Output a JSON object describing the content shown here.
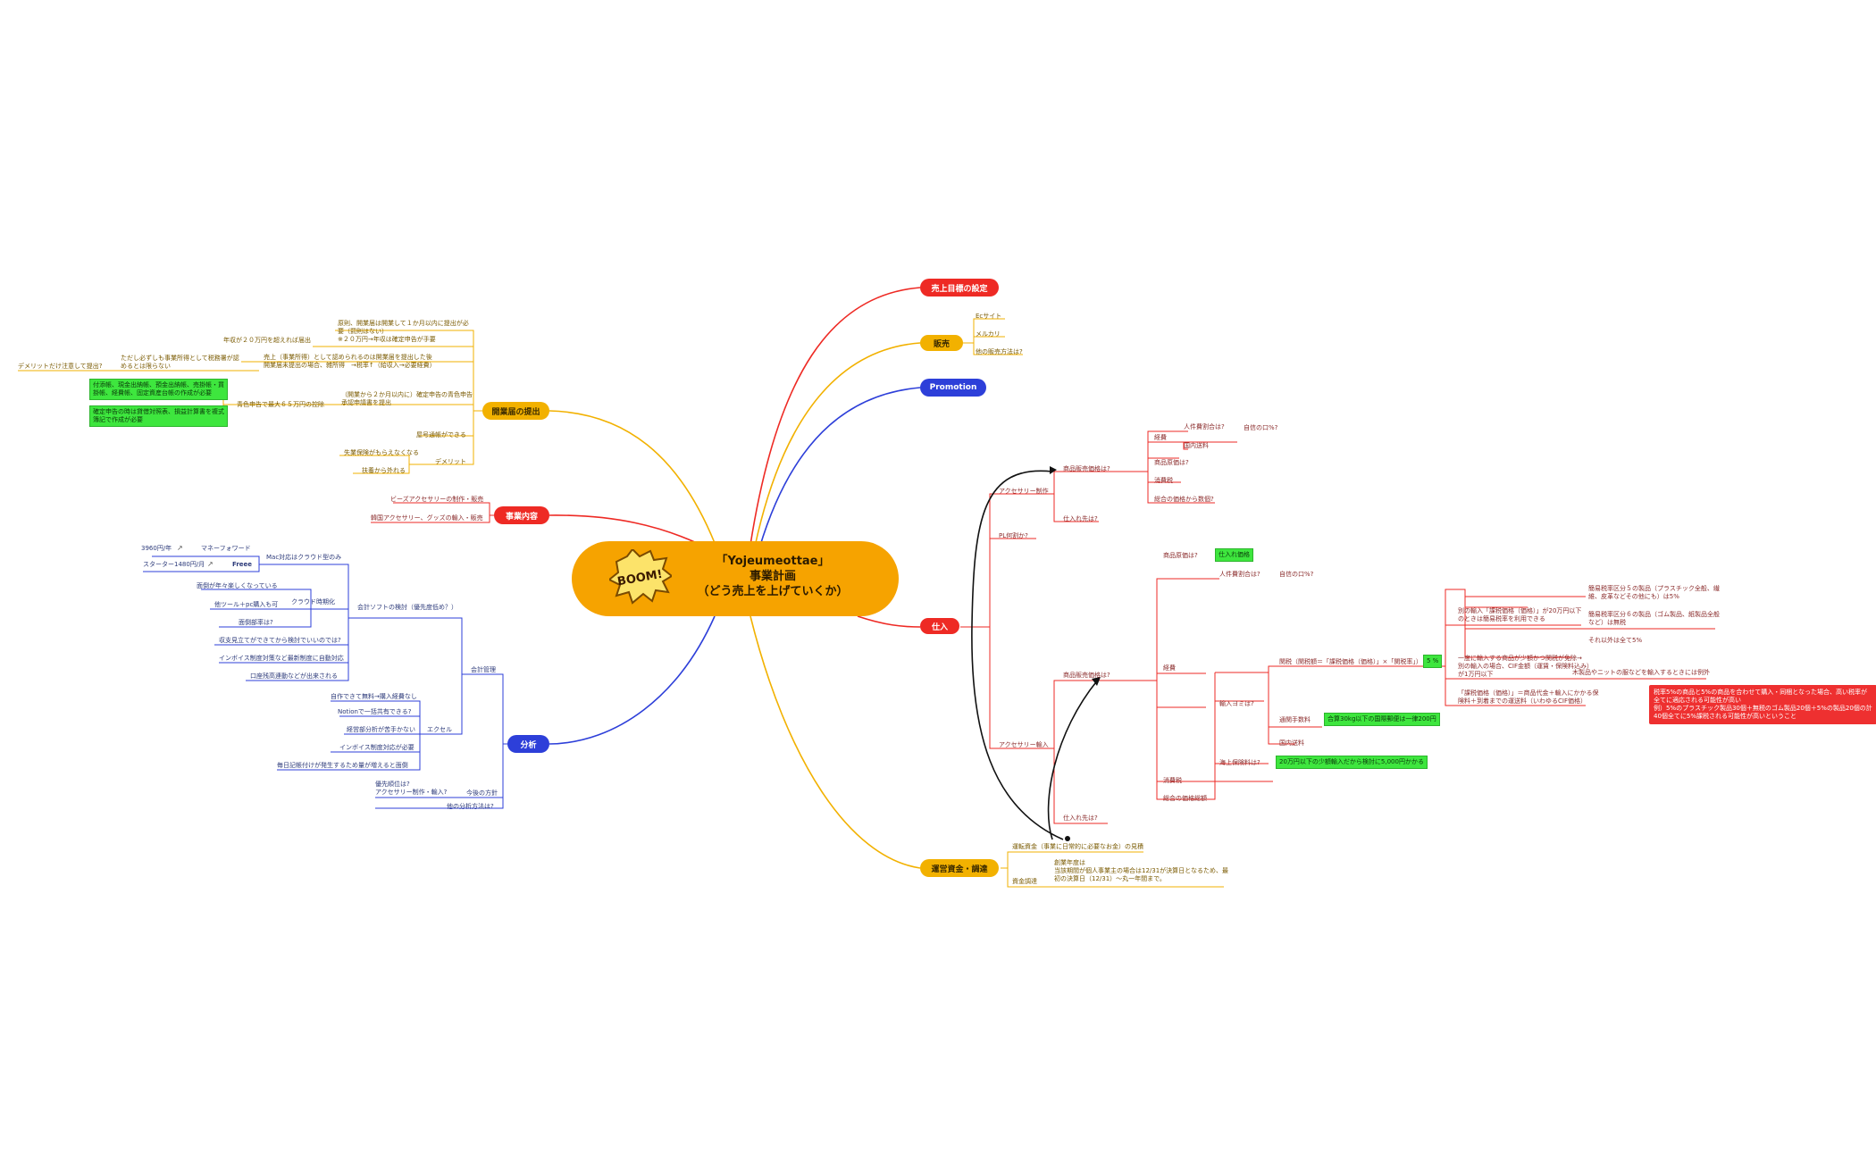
{
  "central": {
    "title": "「Yojeumeottae」\n事業計画\n（どう売上を上げていくか）",
    "badge": "BOOM!"
  },
  "topics": {
    "sales_target": "売上目標の設定",
    "sales": "販売",
    "promotion": "Promotion",
    "purchase": "仕入",
    "funding": "運営資金・調達",
    "kaigyou": "開業届の提出",
    "business": "事業内容",
    "analysis": "分析"
  },
  "sales_items": {
    "ec": "Ecサイト",
    "mercari": "メルカリ",
    "other": "他の販売方法は?"
  },
  "funding_items": {
    "capital": "運転資金（事業に日常的に必要なお金）の見積",
    "procure": "資金調達",
    "detail": "創業年度は\n当該期間が個人事業主の場合は12/31が決算日となるため、最\n初の決算日（12/31）～丸一年間まで。"
  },
  "purchase_items": {
    "acc_make": "アクセサリー制作",
    "pl_margin": "PL何割か?",
    "acc_import": "アクセサリー輸入",
    "cogs1": "商品販売価格は?",
    "supplier1": "仕入れ先は?",
    "expense1": "経費",
    "labor1": "人件費割合は?",
    "self1": "自信の口%?",
    "domestic_ship1": "国内送料",
    "price1": "商品原価は?",
    "consumption1": "消費税",
    "final1": "総合の価格から数個?",
    "cogs2": "商品販売価格は?",
    "supplier2": "仕入れ先は?",
    "price2": "商品原価は?",
    "price2_tag": "仕入れ価格",
    "labor2": "人件費割合は?",
    "self2": "自信の口%?",
    "expense2": "経費",
    "import_tax": "輸入ヨミは?",
    "customs": "関税（関税額＝「課税価格（価格）」×「関税率」）",
    "rate_tag": "5 %",
    "tsukan": "通関手数料",
    "tsukan_tag": "合算30kg以下の国際郵便は一律200円",
    "domestic_ship2": "国内送料",
    "intl_ship": "海上保険料は?",
    "intl_tag": "20万円以下の少額輸入だから検討に5,000円かかる",
    "consumption2": "消費税",
    "final2": "総合の価格総額",
    "rule1": "別の輸入「課税価格（価格）」が20万円以下\nのときは簡易税率を利用できる",
    "rule1a": "簡易税率区分５の製品（プラスチック全般、繊\n維、皮革などその他にも）は5%",
    "rule1b": "簡易税率区分６の製品（ゴム製品、紙製品全般\nなど）は無税",
    "rule1c": "それ以外は全て5%",
    "rule2": "一度に輸入する商品が少額かつ関税が免除→\n別の輸入の場合、CIF金額（運賃・保険料込み）\nが1万円以下",
    "rule2a": "木製品やニットの服などを輸入するときには例外",
    "rule3": "「課税価格（価格）」＝商品代金＋輸入にかかる保\n険料＋到着までの運送料（いわゆるCIF価格）",
    "red_note": "税率5%の商品と5%の商品を合わせて購入・同梱となった場合、高い税率が\n全てに適応される可能性が高い\n例）5%のプラスチック製品30個＋無税のゴム製品20個＋5%の製品20個の計\n40個全てに5%課税される可能性が高いということ"
  },
  "kaigyou_items": {
    "n1": "年収が２０万円を超えれば届出",
    "n1a": "原則、開業届は開業して１か月以内に提出が必\n要（罰則はない）\n※２０万円→年収は確定申告が手要",
    "n2": "ただし必ずしも事業所得として税務署が認\nめるとは限らない",
    "n2a": "売上（事業所得）として認められるのは開業届を提出した後\n開業届未提出の場合、雑所得　→税率↑（給収入→必要経費）",
    "n2b": "デメリットだけ注意して提出?",
    "n3": "青色申告で最大６５万円の控除",
    "n3a": "（開業から２か月以内に）確定申告の青色申告\n承認申請書を提出",
    "n3g1": "付添帳、現金出納帳、預金出納帳、売掛帳・買\n掛帳、経費帳、固定資産台帳の作成が必要",
    "n3g2": "確定申告の時は貸借対照表、損益計算書を複式\n簿記で作成が必要",
    "n4": "屋号通帳ができる",
    "n5": "失業保険がもらえなくなる",
    "n5h": "デメリット",
    "n6": "扶養から外れる"
  },
  "business_items": {
    "b1": "ビーズアクセサリーの制作・販売",
    "b2": "韓国アクセサリー、グッズの輸入・販売"
  },
  "analysis_items": {
    "accounting": "会計管理",
    "soft": "会計ソフトの検討（優先度低め？）",
    "excel": "エクセル",
    "future": "今後の方針",
    "method": "他の分析方法は?",
    "mac": "Mac対応はクラウド型のみ",
    "mf": "マネーフォワード",
    "mf_price": "3960円/年",
    "freee": "Freee",
    "freee_price": "スターター1480円/月",
    "cloud": "クラウド時期化",
    "s1": "面倒が年々楽しくなっている",
    "s2": "他ツール＋pc購入も可",
    "s3": "面倒部率は?",
    "s4": "収支見立てができてから検討でいいのでは?",
    "s5": "インボイス制度対策など最新制度に自動対応",
    "s6": "口座残高連動などが出来される",
    "e1": "自作できて無料→購入経費なし",
    "e2": "Notionで一括共有できる?",
    "e3": "経営部分析が苦手かない",
    "e4": "インボイス制度対応が必要",
    "e5": "毎日記帳付けが発生するため量が増えると面倒",
    "f1": "優先順位は?\nアクセサリー制作・輸入?"
  },
  "colors": {
    "red": "#ee2a24",
    "orange": "#f2b100",
    "blue": "#2d3fd9",
    "central": "#f6a300",
    "green_tag": "#3ee63e"
  }
}
